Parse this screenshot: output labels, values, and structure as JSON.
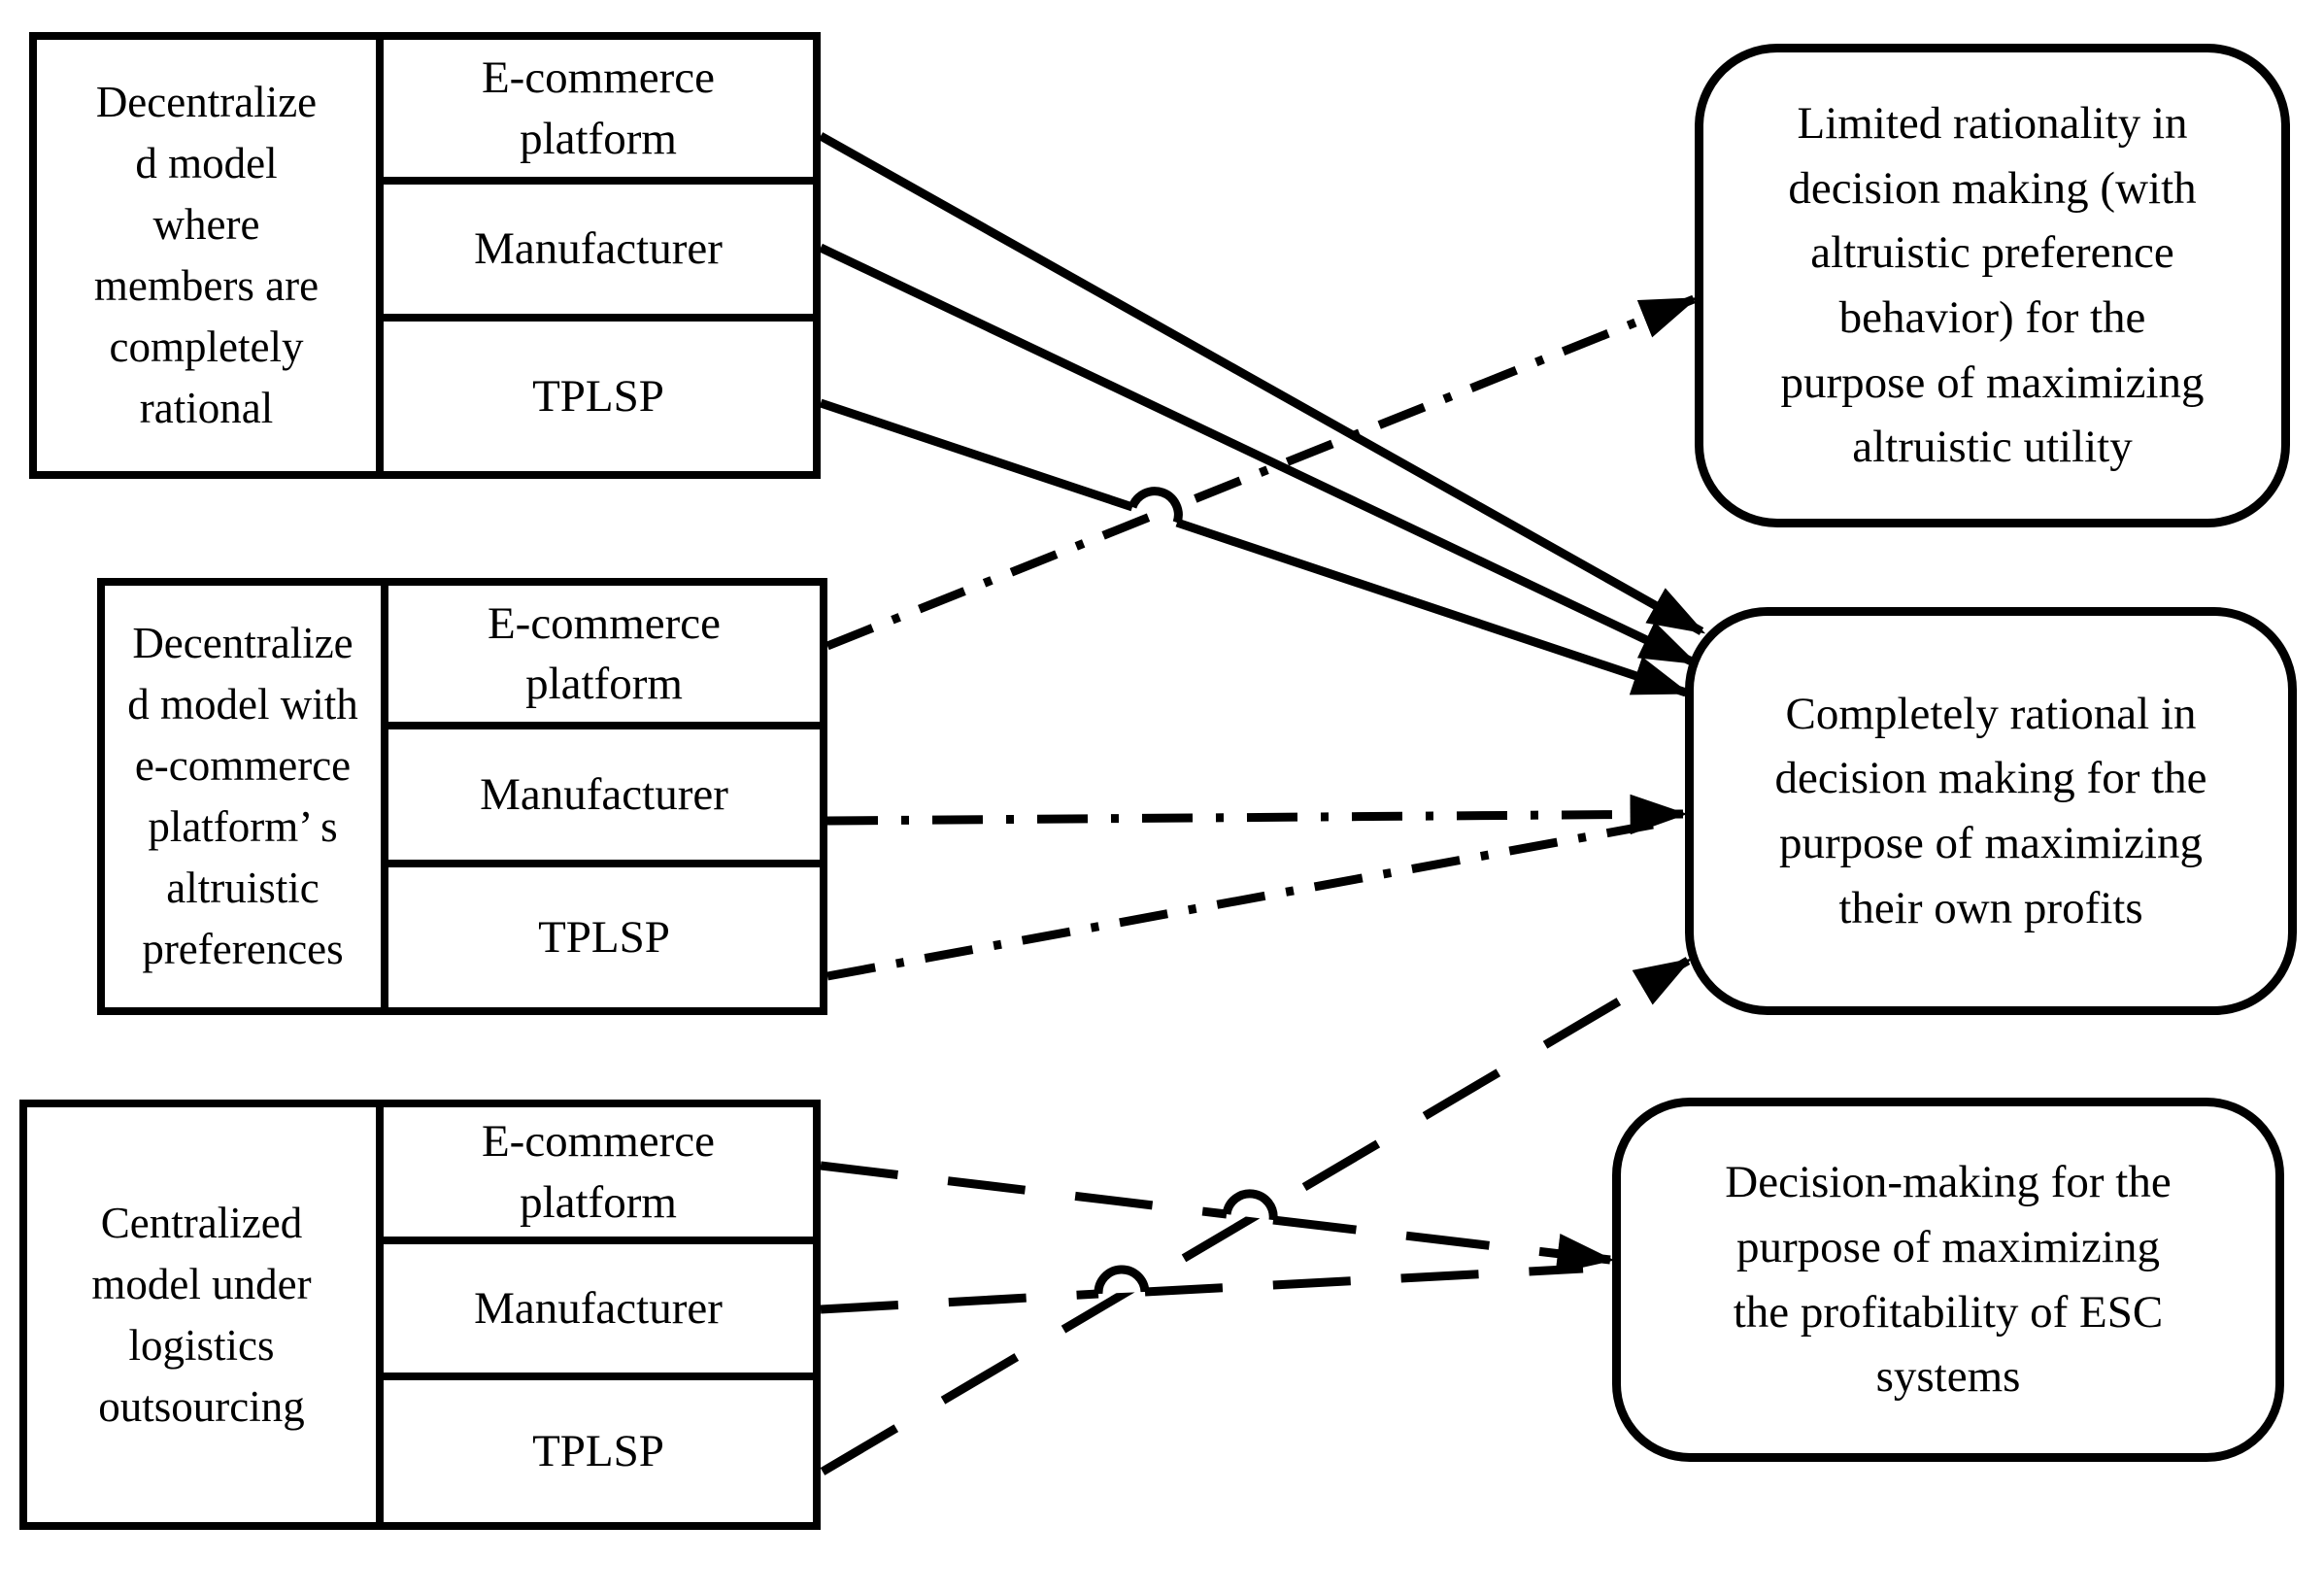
{
  "background": "#ffffff",
  "ink": "#000000",
  "groups": [
    {
      "id": "decentralized-rational",
      "label_lines": [
        "Decentralize",
        "d model",
        "where",
        "members are",
        "completely",
        "rational"
      ],
      "members": [
        {
          "lines": [
            "E-commerce",
            "platform"
          ]
        },
        {
          "lines": [
            "Manufacturer"
          ]
        },
        {
          "lines": [
            "TPLSP"
          ]
        }
      ]
    },
    {
      "id": "decentralized-altruistic",
      "label_lines": [
        "Decentralize",
        "d model with",
        "e-commerce",
        "platform’ s",
        "altruistic",
        "preferences"
      ],
      "members": [
        {
          "lines": [
            "E-commerce",
            "platform"
          ]
        },
        {
          "lines": [
            "Manufacturer"
          ]
        },
        {
          "lines": [
            "TPLSP"
          ]
        }
      ]
    },
    {
      "id": "centralized-outsourcing",
      "label_lines": [
        "Centralized",
        "model under",
        "logistics",
        "outsourcing"
      ],
      "members": [
        {
          "lines": [
            "E-commerce",
            "platform"
          ]
        },
        {
          "lines": [
            "Manufacturer"
          ]
        },
        {
          "lines": [
            "TPLSP"
          ]
        }
      ]
    }
  ],
  "outcomes": [
    {
      "id": "limited-rationality",
      "lines": [
        "Limited rationality in",
        "decision making (with",
        "altruistic preference",
        "behavior) for the",
        "purpose of maximizing",
        "altruistic utility"
      ]
    },
    {
      "id": "completely-rational",
      "lines": [
        "Completely rational in",
        "decision making for the",
        "purpose of maximizing",
        "their own profits"
      ]
    },
    {
      "id": "esc-profitability",
      "lines": [
        "Decision-making for the",
        "purpose of maximizing",
        "the profitability of ESC",
        "systems"
      ]
    }
  ],
  "connections": [
    {
      "from": "Decentralized rational model / E-commerce platform",
      "to": "Completely rational decision making",
      "style": "solid"
    },
    {
      "from": "Decentralized rational model / Manufacturer",
      "to": "Completely rational decision making",
      "style": "solid"
    },
    {
      "from": "Decentralized rational model / TPLSP",
      "to": "Completely rational decision making",
      "style": "solid"
    },
    {
      "from": "Decentralized altruistic model / E-commerce platform",
      "to": "Limited rationality decision making",
      "style": "dash-dot"
    },
    {
      "from": "Decentralized altruistic model / Manufacturer",
      "to": "Completely rational decision making",
      "style": "dash-dot"
    },
    {
      "from": "Decentralized altruistic model / TPLSP",
      "to": "Completely rational decision making",
      "style": "dash-dot"
    },
    {
      "from": "Centralized model / E-commerce platform",
      "to": "ESC system profitability decision-making",
      "style": "dashed"
    },
    {
      "from": "Centralized model / Manufacturer",
      "to": "ESC system profitability decision-making",
      "style": "dashed"
    },
    {
      "from": "Centralized model / TPLSP",
      "to": "Completely rational decision making",
      "style": "dashed"
    }
  ]
}
